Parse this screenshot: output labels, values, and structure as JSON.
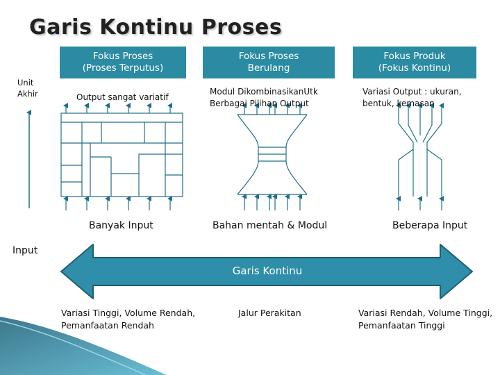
{
  "title": "Garis Kontinu Proses",
  "columns": [
    {
      "header": "Fokus Proses\n(Proses Terputus)",
      "output_label": "Output sangat variatif",
      "input_label": "Banyak Input",
      "bottom_label": "Variasi Tinggi, Volume Rendah,\nPemanfaatan Rendah"
    },
    {
      "header": "Fokus Proses\nBerulang",
      "output_label": "Modul DikombinasikanUtk\nBerbagai Pilihan Output",
      "input_label": "Bahan mentah & Modul",
      "bottom_label": "Jalur Perakitan"
    },
    {
      "header": "Fokus Produk\n(Fokus Kontinu)",
      "output_label": "Variasi Output : ukuran,\nbentuk, kemasan",
      "input_label": "Beberapa Input",
      "bottom_label": "Variasi Rendah, Volume Tinggi,\nPemanfaatan Tinggi"
    }
  ],
  "left_axis": {
    "top_label": "Unit\nAkhir",
    "bottom_label": "Input"
  },
  "continuum_arrow_label": "Garis Kontinu",
  "colors": {
    "accent": "#2a8ba3",
    "arrow_fill": "#2f8eaa",
    "arrow_stroke": "#1d5e73",
    "line": "#1f6f86"
  }
}
